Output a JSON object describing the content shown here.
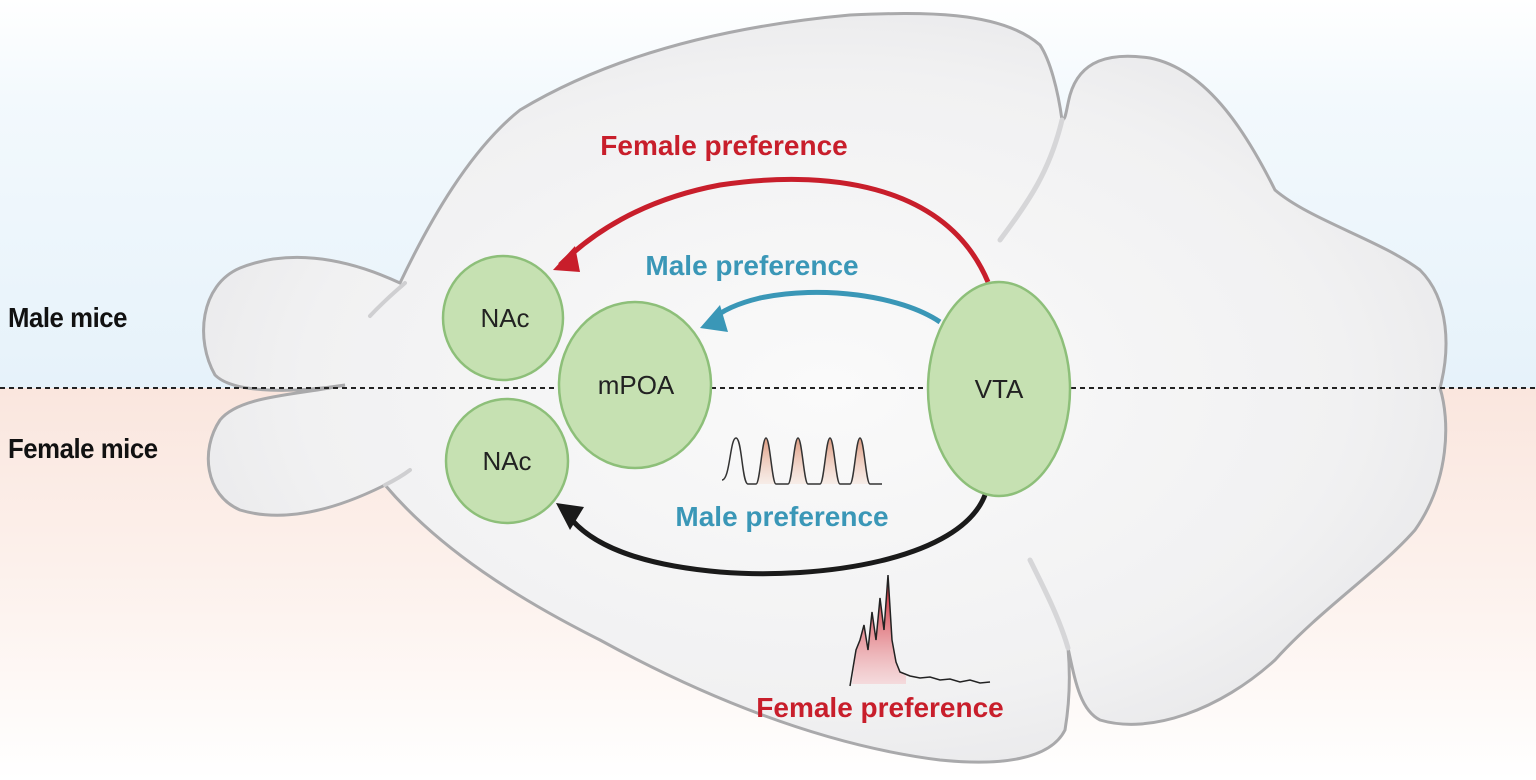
{
  "groups": {
    "male": "Male mice",
    "female": "Female mice"
  },
  "regions": {
    "nac_top": "NAc",
    "nac_bottom": "NAc",
    "mpoa": "mPOA",
    "vta": "VTA"
  },
  "pathways": {
    "male_female_pref": "Female preference",
    "male_male_pref": "Male preference",
    "female_male_pref": "Male preference",
    "female_female_pref": "Female preference"
  },
  "colors": {
    "male_background": "#e8f3fa",
    "female_background": "#fbebe4",
    "brain_fill": "#f2f2f3",
    "brain_outline": "#a9a9ab",
    "region_fill": "#c6e1b2",
    "region_outline": "#8dbf79",
    "female_pref": "#c81e2b",
    "male_pref": "#3a97b7",
    "neutral_arrow": "#1a1a1a",
    "divider": "#222222"
  },
  "icons": {
    "tonic_trace": "regular-spike-train-icon",
    "phasic_trace": "burst-spike-trace-icon"
  }
}
